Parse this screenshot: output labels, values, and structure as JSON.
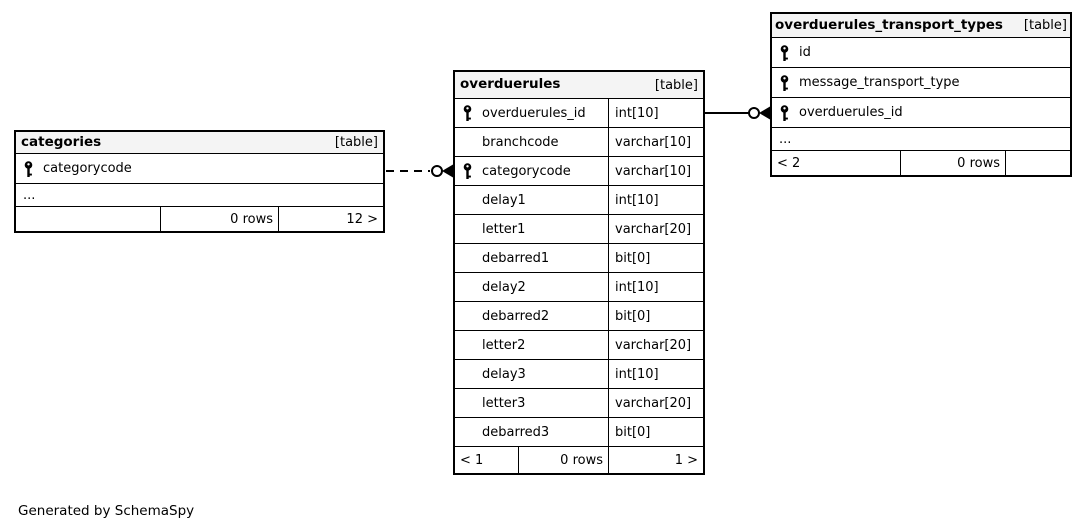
{
  "diagram": {
    "generator_note": "Generated by SchemaSpy",
    "colors": {
      "table_header_bg": "#f4f4f4",
      "table_border": "#000000",
      "primary_key_icon": "#e2e200",
      "foreign_key_icon": "#c9c9c9"
    }
  },
  "tables": {
    "categories": {
      "name": "categories",
      "tag": "[table]",
      "columns": [
        {
          "name": "categorycode",
          "key": "primary"
        }
      ],
      "ellipsis": "...",
      "footer": {
        "nav_left": "",
        "rows": "0 rows",
        "nav_right": "12 >"
      }
    },
    "overduerules": {
      "name": "overduerules",
      "tag": "[table]",
      "columns": [
        {
          "name": "overduerules_id",
          "type": "int[10]",
          "key": "primary"
        },
        {
          "name": "branchcode",
          "type": "varchar[10]",
          "key": "none"
        },
        {
          "name": "categorycode",
          "type": "varchar[10]",
          "key": "foreign"
        },
        {
          "name": "delay1",
          "type": "int[10]",
          "key": "none"
        },
        {
          "name": "letter1",
          "type": "varchar[20]",
          "key": "none"
        },
        {
          "name": "debarred1",
          "type": "bit[0]",
          "key": "none"
        },
        {
          "name": "delay2",
          "type": "int[10]",
          "key": "none"
        },
        {
          "name": "debarred2",
          "type": "bit[0]",
          "key": "none"
        },
        {
          "name": "letter2",
          "type": "varchar[20]",
          "key": "none"
        },
        {
          "name": "delay3",
          "type": "int[10]",
          "key": "none"
        },
        {
          "name": "letter3",
          "type": "varchar[20]",
          "key": "none"
        },
        {
          "name": "debarred3",
          "type": "bit[0]",
          "key": "none"
        }
      ],
      "footer": {
        "nav_left": "< 1",
        "rows": "0 rows",
        "nav_right": "1 >"
      }
    },
    "transport_types": {
      "name": "overduerules_transport_types",
      "tag": "[table]",
      "columns": [
        {
          "name": "id",
          "key": "primary"
        },
        {
          "name": "message_transport_type",
          "key": "foreign"
        },
        {
          "name": "overduerules_id",
          "key": "foreign"
        }
      ],
      "ellipsis": "...",
      "footer": {
        "nav_left": "< 2",
        "rows": "0 rows",
        "nav_right": ""
      }
    }
  },
  "relationships": [
    {
      "from": "categories.categorycode",
      "to": "overduerules.categorycode",
      "style": "dashed"
    },
    {
      "from": "overduerules.overduerules_id",
      "to": "overduerules_transport_types.overduerules_id",
      "style": "solid"
    }
  ]
}
